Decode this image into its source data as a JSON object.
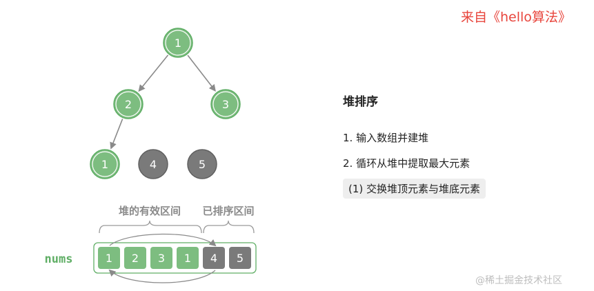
{
  "source_label": "来自《hello算法》",
  "panel": {
    "title": "堆排序",
    "steps": [
      "1. 输入数组并建堆",
      "2. 循环从堆中提取最大元素"
    ],
    "substep": "(1) 交换堆顶元素与堆底元素"
  },
  "tree": {
    "nodes": [
      {
        "id": "root",
        "value": "1",
        "state": "heap"
      },
      {
        "id": "left",
        "value": "2",
        "state": "heap"
      },
      {
        "id": "right",
        "value": "3",
        "state": "heap"
      },
      {
        "id": "left-left",
        "value": "1",
        "state": "heap"
      },
      {
        "id": "sorted-a",
        "value": "4",
        "state": "sorted"
      },
      {
        "id": "sorted-b",
        "value": "5",
        "state": "sorted"
      }
    ],
    "edges": [
      [
        "root",
        "left"
      ],
      [
        "root",
        "right"
      ],
      [
        "left",
        "left-left"
      ]
    ]
  },
  "array": {
    "label": "nums",
    "heap_range_label": "堆的有效区间",
    "sorted_range_label": "已排序区间",
    "cells": [
      {
        "value": "1",
        "state": "heap"
      },
      {
        "value": "2",
        "state": "heap"
      },
      {
        "value": "3",
        "state": "heap"
      },
      {
        "value": "1",
        "state": "heap"
      },
      {
        "value": "4",
        "state": "sorted"
      },
      {
        "value": "5",
        "state": "sorted"
      }
    ],
    "swap": {
      "from": 0,
      "to": 4
    }
  },
  "colors": {
    "heap_fill": "#7dbd80",
    "heap_stroke": "#5fae65",
    "sorted_fill": "#7a7a7a",
    "sorted_stroke": "#606060",
    "arrow": "#8a8a8a",
    "source_label": "#e8453c"
  },
  "watermark": "@稀土掘金技术社区"
}
